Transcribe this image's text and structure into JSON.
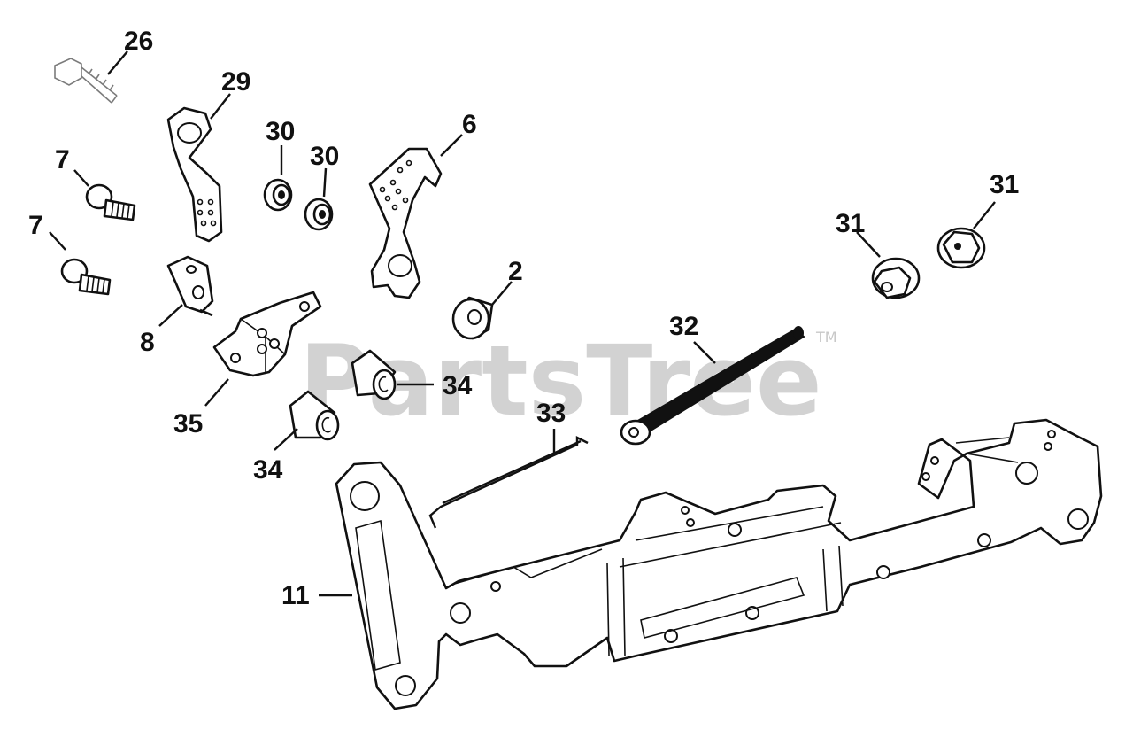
{
  "watermark": {
    "text": "PartsTree",
    "tm": "TM"
  },
  "callouts": {
    "c26": "26",
    "c29": "29",
    "c30a": "30",
    "c30b": "30",
    "c6": "6",
    "c7a": "7",
    "c7b": "7",
    "c8": "8",
    "c35": "35",
    "c34a": "34",
    "c34b": "34",
    "c2": "2",
    "c31a": "31",
    "c31b": "31",
    "c32": "32",
    "c33": "33",
    "c11": "11"
  }
}
